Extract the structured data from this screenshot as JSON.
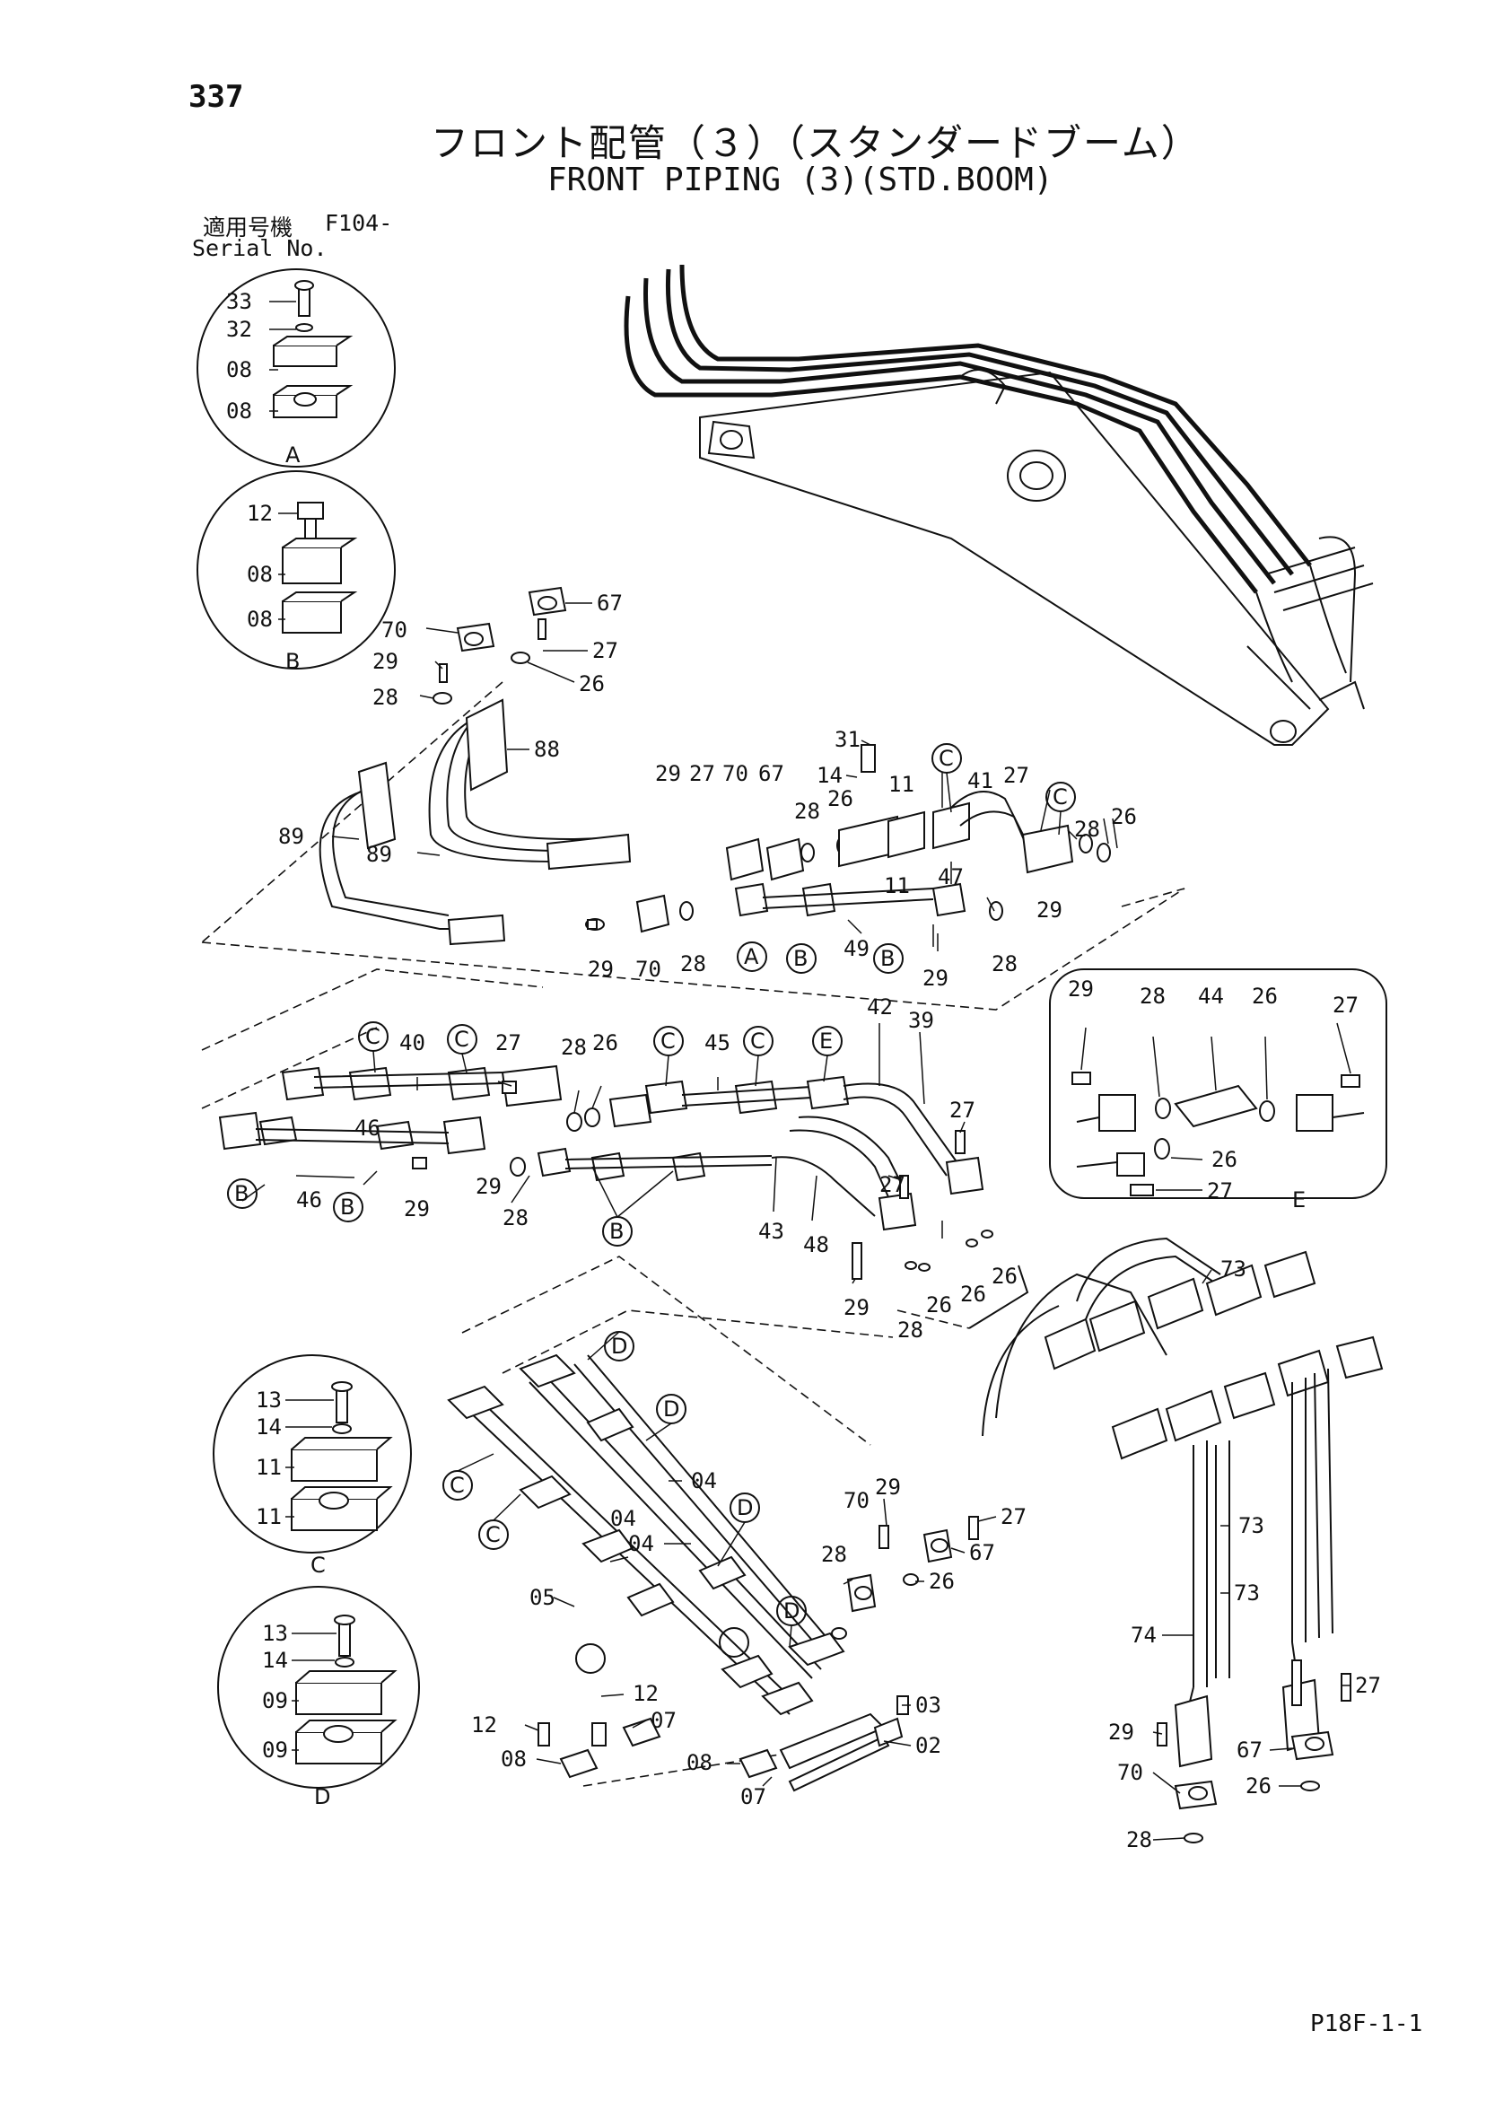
{
  "header": {
    "page_number": "337",
    "title_jp": "フロント配管（３）（スタンダードブーム）",
    "title_en": "FRONT PIPING (3)(STD.BOOM)",
    "serial_label_jp": "適用号機",
    "serial_value": "F104-",
    "serial_label_en": "Serial No."
  },
  "footer": {
    "page_code": "P18F-1-1"
  },
  "details": {
    "A": {
      "letter": "A",
      "parts": [
        "33",
        "32",
        "08",
        "08"
      ]
    },
    "B": {
      "letter": "B",
      "parts": [
        "12",
        "08",
        "08"
      ]
    },
    "C": {
      "letter": "C",
      "parts": [
        "13",
        "14",
        "11",
        "11"
      ]
    },
    "D": {
      "letter": "D",
      "parts": [
        "13",
        "14",
        "09",
        "09"
      ]
    },
    "E": {
      "letter": "E",
      "parts": [
        "29",
        "28",
        "44",
        "26",
        "27",
        "26",
        "27"
      ]
    }
  },
  "callouts": {
    "c67a": "67",
    "c70a": "70",
    "c29a": "29",
    "c27a": "27",
    "c28a": "28",
    "c26a": "26",
    "c88": "88",
    "c89a": "89",
    "c89b": "89",
    "c31": "31",
    "c29b": "29",
    "c27b": "27",
    "c70b": "70",
    "c67b": "67",
    "c14a": "14",
    "c11a": "11",
    "c11b": "11",
    "c28b": "28",
    "c26b": "26",
    "c41": "41",
    "c27c": "27",
    "c28c": "28",
    "c26c": "26",
    "c47": "47",
    "c29c": "29",
    "c29d": "29",
    "c70c": "70",
    "c28d": "28",
    "c49": "49",
    "c29e": "29",
    "c28e": "28",
    "c40": "40",
    "c27d": "27",
    "c28f": "28",
    "c26d": "26",
    "c45": "45",
    "c42": "42",
    "c39": "39",
    "c27e": "27",
    "c46a": "46",
    "c46b": "46",
    "c29f": "29",
    "c29g": "29",
    "c28g": "28",
    "c43": "43",
    "c48": "48",
    "c27f": "27",
    "c29h": "29",
    "c28h": "28",
    "c26e": "26",
    "c26f": "26",
    "c26g": "26",
    "c73a": "73",
    "c73b": "73",
    "c73c": "73",
    "c74": "74",
    "c04a": "04",
    "c04b": "04",
    "c04c": "04",
    "c05": "05",
    "c29i": "29",
    "c70d": "70",
    "c27g": "27",
    "c67c": "67",
    "c28i": "28",
    "c26h": "26",
    "c12a": "12",
    "c12b": "12",
    "c07a": "07",
    "c07b": "07",
    "c08a": "08",
    "c08b": "08",
    "c03": "03",
    "c02": "02",
    "c27h": "27",
    "c29j": "29",
    "c67d": "67",
    "c70e": "70",
    "c26i": "26",
    "c28j": "28"
  },
  "markers": {
    "mA1": "A",
    "mB1": "B",
    "mB2": "B",
    "mC1": "C",
    "mC2": "C",
    "mC3": "C",
    "mC4": "C",
    "mE1": "E",
    "mB3": "B",
    "mB4": "B",
    "mB5": "B",
    "mD1": "D",
    "mD2": "D",
    "mD3": "D",
    "mD4": "D",
    "mC5": "C",
    "mC6": "C",
    "mC7": "C",
    "mC8": "C"
  }
}
